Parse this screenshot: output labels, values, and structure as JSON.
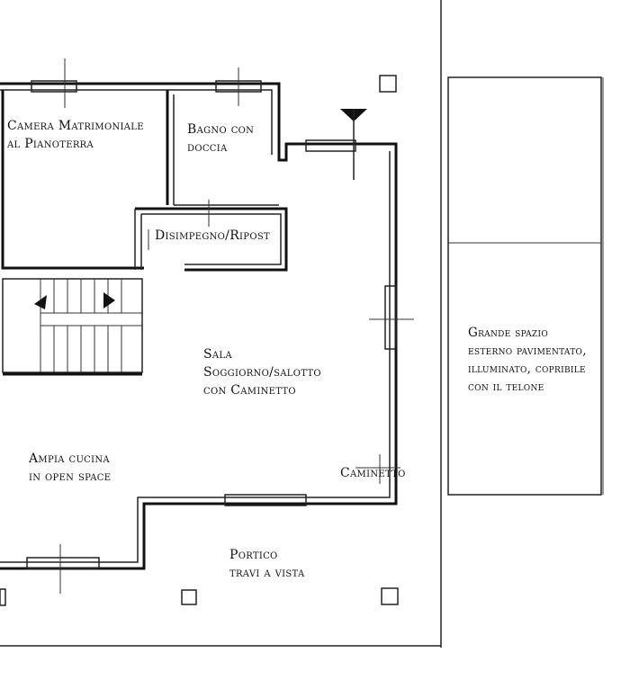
{
  "rooms": {
    "camera": {
      "lines": [
        "Camera Matrimoniale",
        "al Pianoterra"
      ]
    },
    "bagno": {
      "lines": [
        "Bagno con",
        "doccia"
      ]
    },
    "disimpegno": {
      "lines": [
        "Disimpegno/Ripost"
      ]
    },
    "sala": {
      "lines": [
        "Sala",
        "Soggiorno/salotto",
        "con Caminetto"
      ]
    },
    "cucina": {
      "lines": [
        "Ampia cucina",
        "in open space"
      ]
    },
    "caminetto": {
      "lines": [
        "Caminetto"
      ]
    },
    "portico": {
      "lines": [
        "Portico",
        "travi a vista"
      ]
    },
    "esterno": {
      "lines": [
        "Grande spazio",
        "esterno pavimentato,",
        "illuminato, copribile",
        "con il telone"
      ]
    }
  }
}
